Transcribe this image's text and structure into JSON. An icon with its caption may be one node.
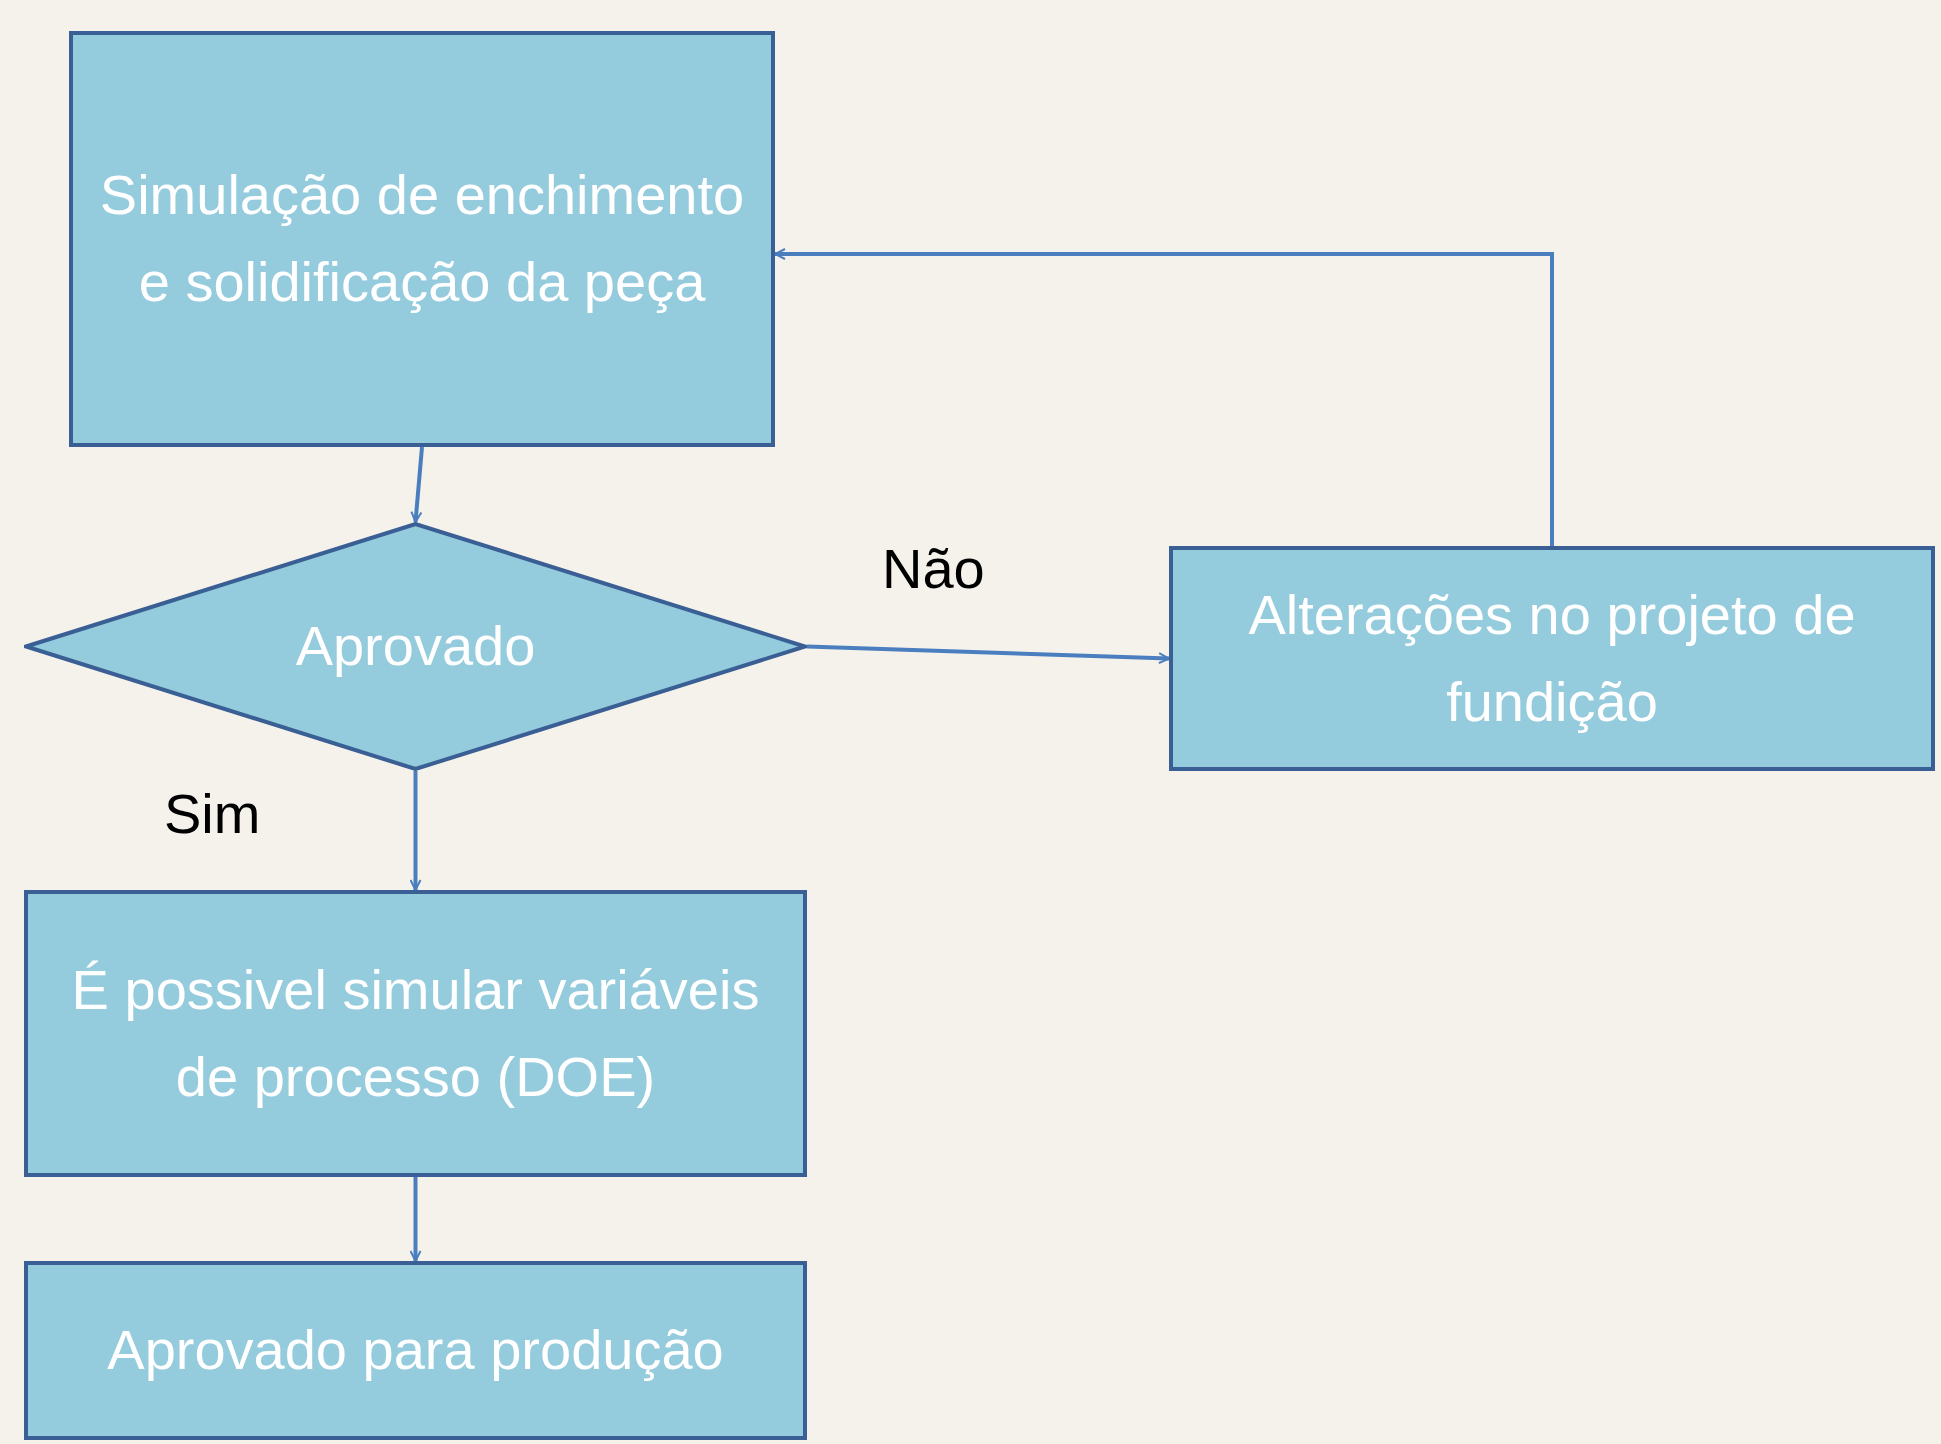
{
  "diagram": {
    "nodes": [
      {
        "text": [
          "Simulação de enchimento e solidificação da peça"
        ]
      },
      {
        "text": [
          "Aprovado"
        ]
      },
      {
        "text": [
          "Alterações no projeto de fundição"
        ]
      },
      {
        "text": [
          "É possivel simular variáveis de processo (DOE)"
        ]
      },
      {
        "text": [
          "Aprovado para produção"
        ]
      }
    ],
    "edges": [
      {
        "from": 0,
        "to": 1,
        "arrow": "to"
      },
      {
        "from": 1,
        "to": 2,
        "arrow": "to",
        "label": "Não"
      },
      {
        "from": 2,
        "to": 0,
        "arrow": "to"
      },
      {
        "from": 1,
        "to": 3,
        "arrow": "to",
        "label": "Sim"
      },
      {
        "from": 3,
        "to": 4,
        "arrow": "to"
      }
    ]
  }
}
